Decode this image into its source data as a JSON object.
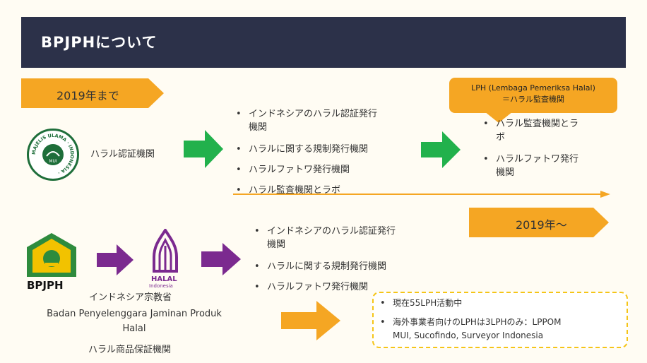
{
  "header": {
    "title": "BPJPHについて"
  },
  "before": {
    "banner_label": "2019年まで",
    "org_label": "ハラル認証機関",
    "logo": {
      "ring_text": "MAJELIS ULAMA · INDONESIA ·",
      "inner_text": "MUI"
    },
    "roles": [
      "インドネシアのハラル認証発行",
      "機関",
      "ハラルに関する規制発行機関",
      "ハラルファトワ発行機関",
      "ハラル監査機関とラボ"
    ]
  },
  "callout": {
    "line1": "LPH (Lembaga Pemeriksa Halal)",
    "line2": "＝ハラル監査機関"
  },
  "lph_roles": [
    "ハラル監査機関とラ",
    "ボ",
    "ハラルファトワ発行",
    "機関"
  ],
  "after": {
    "banner_label": "2019年〜",
    "bpjph_logo_text": "BPJPH",
    "halal_logo_text": "HALAL",
    "halal_logo_sub": "Indonesia",
    "ministry_label": "インドネシア宗教省",
    "org_name": [
      "Badan Penyelenggara Jaminan Produk",
      "Halal"
    ],
    "org_label_jp": "ハラル商品保証機関",
    "roles": [
      "インドネシアのハラル認証発行",
      "機関",
      "ハラルに関する規制発行機関",
      "ハラルファトワ発行機関"
    ]
  },
  "info": {
    "items": [
      "現在55LPH活動中",
      "海外事業者向けのLPHは3LPHのみ：LPPOM",
      "MUI, Sucofindo, Surveyor Indonesia"
    ]
  },
  "colors": {
    "header_bg": "#2c3149",
    "orange": "#f5a623",
    "green": "#22b14c",
    "purple": "#7b2a8f",
    "mui_green": "#1e6e3a",
    "dashed_yellow": "#f5c518"
  }
}
